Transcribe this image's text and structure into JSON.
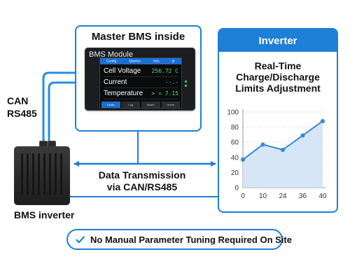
{
  "master_panel": {
    "title": "Master BMS inside",
    "device": {
      "title": "BMS Module",
      "topbar": [
        "Config",
        "Monitor",
        "Info",
        "⚙"
      ],
      "rows": [
        {
          "label": "Cell Voltage",
          "value": "256.72 C"
        },
        {
          "label": "Current",
          "value": "--.-"
        },
        {
          "label": "Temperature",
          "value": "> = 7.15"
        }
      ],
      "buttons": [
        "Limits",
        "Log",
        "Alarm",
        "Home"
      ]
    }
  },
  "left": {
    "can_label_line1": "CAN",
    "can_label_line2": "RS485",
    "bms_caption": "BMS inverter"
  },
  "link": {
    "line1": "Data Transmission",
    "line2": "via CAN/RS485"
  },
  "inverter": {
    "header": "Inverter",
    "subtitle_line1": "Real-Time",
    "subtitle_line2": "Charge/Discharge",
    "subtitle_line3": "Limits Adjustment"
  },
  "footer": {
    "text": "No Manual Parameter Tuning Required On Site"
  },
  "colors": {
    "accent": "#1e7fd6",
    "line": "#3b86d8",
    "area": "#cfe2f6",
    "cable": "#2a8ce0"
  },
  "icons": {
    "check": "check-circle-icon"
  },
  "chart_data": {
    "type": "area",
    "x": [
      0,
      10,
      24,
      36,
      40
    ],
    "tick_labels_x": [
      "0",
      "10",
      "24",
      "36",
      "40"
    ],
    "y": [
      37,
      57,
      50,
      69,
      88
    ],
    "ylim": [
      0,
      100
    ],
    "yticks": [
      0,
      20,
      40,
      60,
      80,
      100
    ],
    "grid": true,
    "xlabel": "",
    "ylabel": ""
  }
}
